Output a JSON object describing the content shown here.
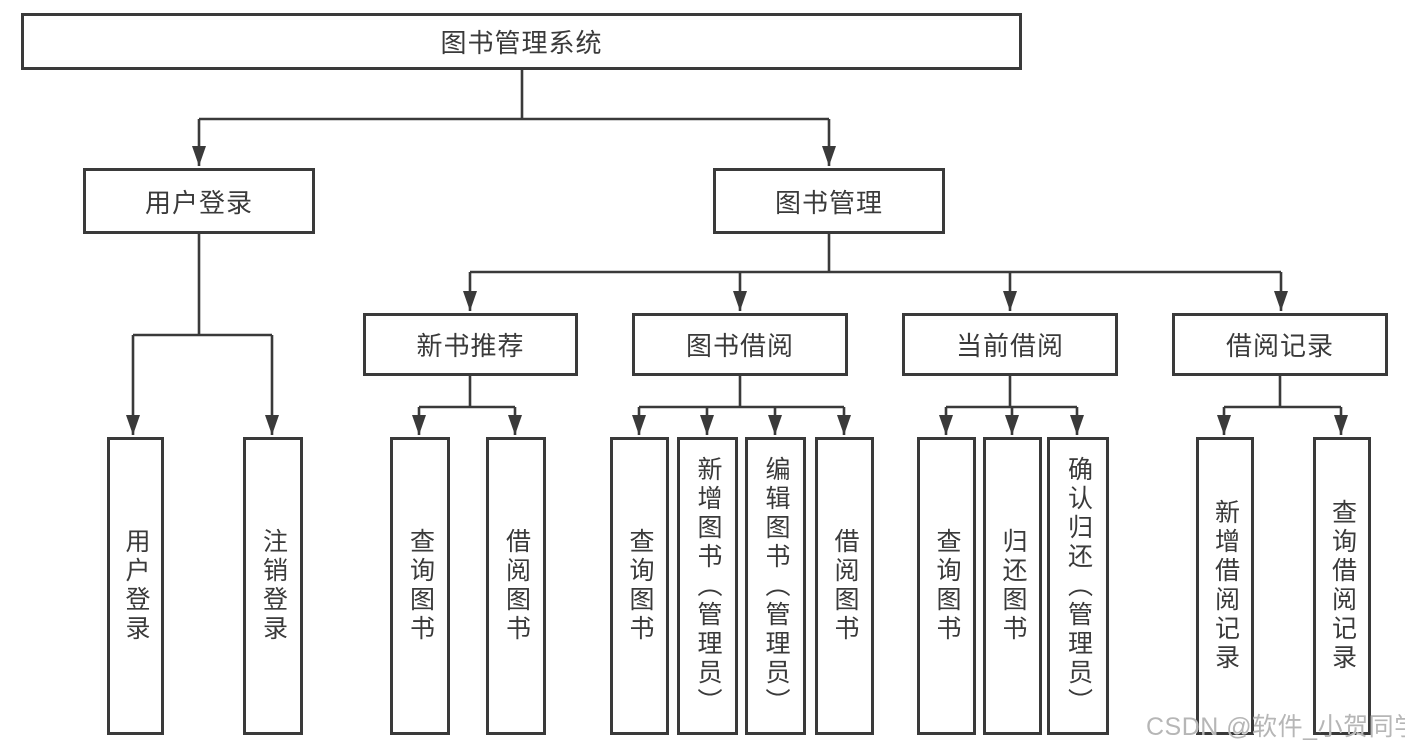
{
  "tree": {
    "label": "图书管理系统",
    "children": [
      {
        "label": "用户登录",
        "children": [
          {
            "label": "用户登录"
          },
          {
            "label": "注销登录"
          }
        ]
      },
      {
        "label": "图书管理",
        "children": [
          {
            "label": "新书推荐",
            "children": [
              {
                "label": "查询图书"
              },
              {
                "label": "借阅图书"
              }
            ]
          },
          {
            "label": "图书借阅",
            "children": [
              {
                "label": "查询图书"
              },
              {
                "label": "新增图书（管理员）"
              },
              {
                "label": "编辑图书（管理员）"
              },
              {
                "label": "借阅图书"
              }
            ]
          },
          {
            "label": "当前借阅",
            "children": [
              {
                "label": "查询图书"
              },
              {
                "label": "归还图书"
              },
              {
                "label": "确认归还（管理员）"
              }
            ]
          },
          {
            "label": "借阅记录",
            "children": [
              {
                "label": "新增借阅记录"
              },
              {
                "label": "查询借阅记录"
              }
            ]
          }
        ]
      }
    ]
  },
  "watermark": "CSDN @软件_小贺同学",
  "colors": {
    "line": "#3a3a3a",
    "text": "#3a3a3a",
    "watermark": "#b6b6b6",
    "background": "#ffffff"
  }
}
